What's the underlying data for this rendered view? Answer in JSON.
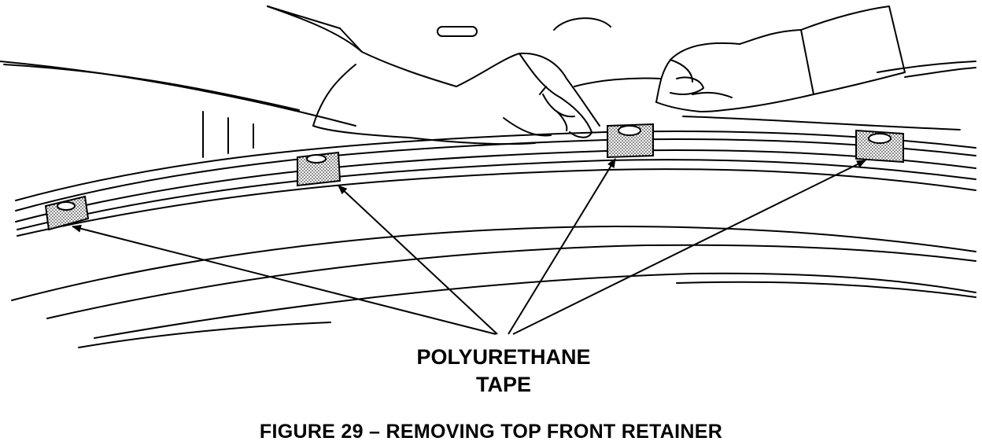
{
  "callout": {
    "line1": "POLYURETHANE",
    "line2": "TAPE"
  },
  "caption": "FIGURE 29 – REMOVING TOP FRONT RETAINER",
  "colors": {
    "ink": "#000000",
    "paper": "#ffffff"
  },
  "tape_patches": [
    "tape-patch-left",
    "tape-patch-center-left",
    "tape-patch-center",
    "tape-patch-right"
  ]
}
